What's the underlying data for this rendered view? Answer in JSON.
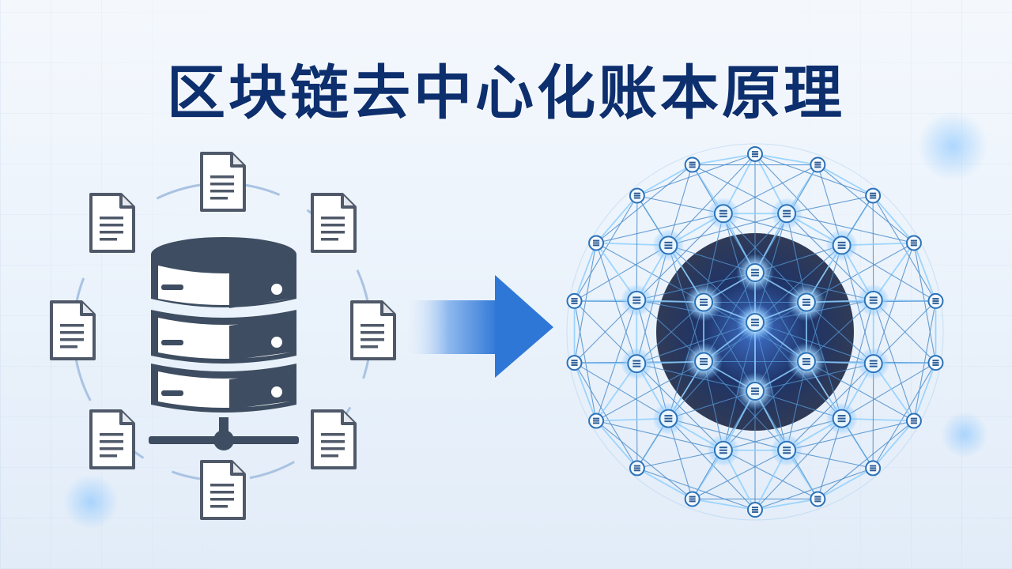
{
  "title": "区块链去中心化账本原理",
  "colors": {
    "title": "#0d2f6e",
    "server": "#3e4d61",
    "document": "#5a6474",
    "arrow": "#2f77d6",
    "network_core": "#1b2c58",
    "network_link": "#5aa6e8"
  },
  "left": {
    "center_icon": "database-server-icon",
    "document_icon": "document-icon",
    "document_count": 8
  },
  "arrow_icon": "arrow-right-icon",
  "right": {
    "node_icon": "ledger-node-icon",
    "structure": "distributed-network-sphere"
  }
}
